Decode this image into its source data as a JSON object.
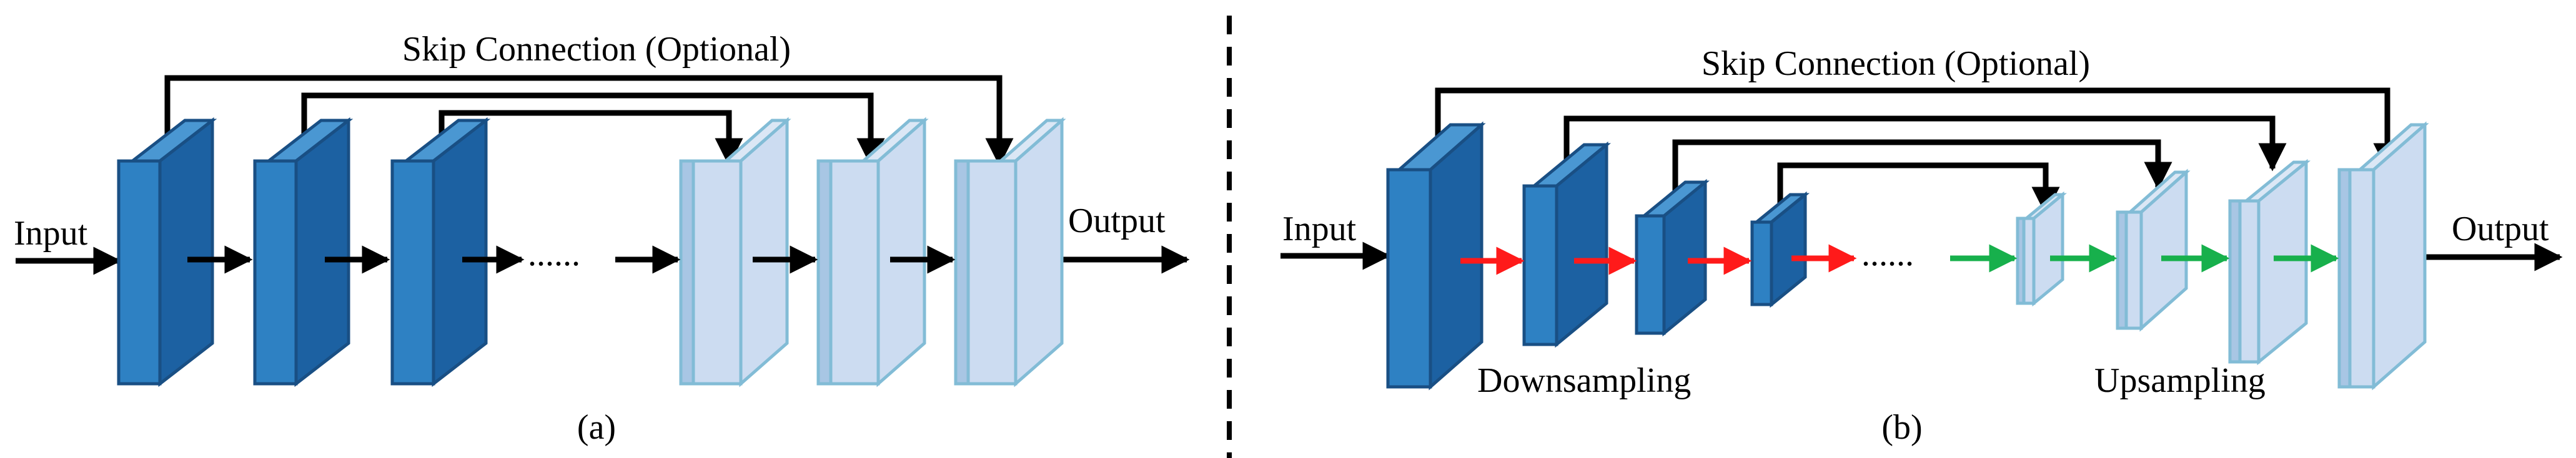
{
  "colors": {
    "encoder_front": "#2e81c3",
    "encoder_side": "#1c61a2",
    "encoder_edge": "#194f84",
    "decoder_front": "#ccdcf1",
    "decoder_side": "#a8c6e4",
    "decoder_edge": "#82bcd6",
    "downsample_arrow": "#ff1a1a",
    "upsample_arrow": "#17b04c",
    "line": "#000000"
  },
  "panel_a": {
    "skip_label": "Skip Connection (Optional)",
    "input_label": "Input",
    "output_label": "Output",
    "ellipsis": "......",
    "caption": "(a)"
  },
  "panel_b": {
    "skip_label": "Skip Connection (Optional)",
    "input_label": "Input",
    "output_label": "Output",
    "ellipsis": "......",
    "downsampling_label": "Downsampling",
    "upsampling_label": "Upsampling",
    "caption": "(b)"
  }
}
